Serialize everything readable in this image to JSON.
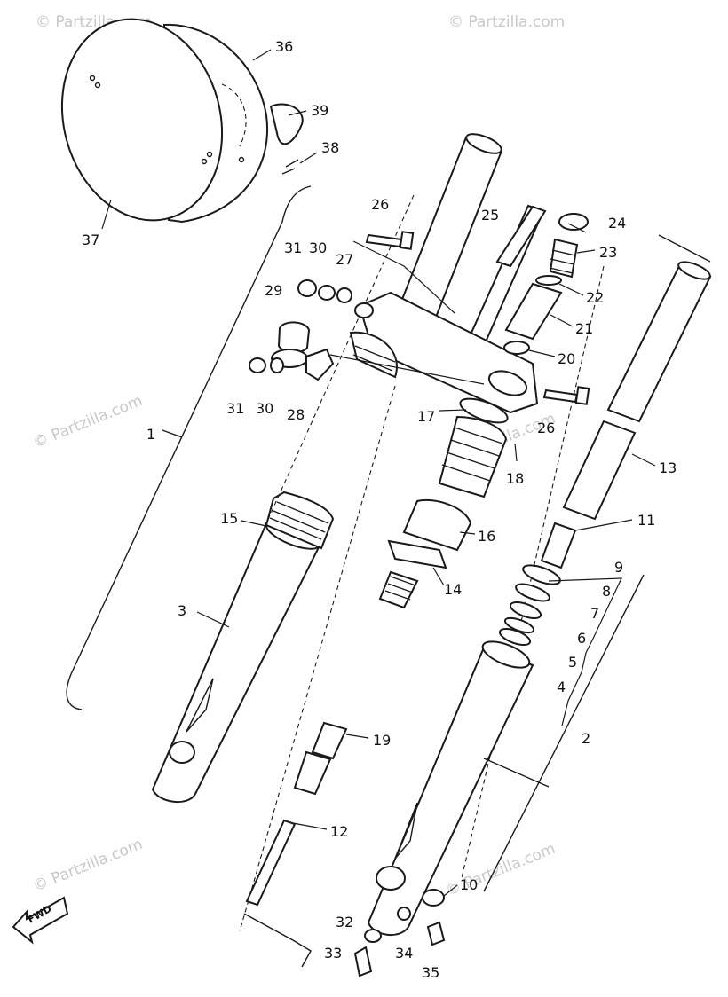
{
  "watermark": "© Partzilla.com",
  "fwd_label": "FWD",
  "callouts": [
    "1",
    "2",
    "3",
    "4",
    "5",
    "6",
    "7",
    "8",
    "9",
    "10",
    "11",
    "12",
    "13",
    "14",
    "15",
    "16",
    "17",
    "18",
    "19",
    "20",
    "21",
    "22",
    "23",
    "24",
    "25",
    "26",
    "26",
    "27",
    "28",
    "29",
    "30",
    "30",
    "31",
    "31",
    "32",
    "33",
    "34",
    "35",
    "36",
    "37",
    "38",
    "39"
  ],
  "colors": {
    "ink": "#1a1a1a",
    "paper": "#ffffff",
    "watermark": "#c8c8c8"
  }
}
